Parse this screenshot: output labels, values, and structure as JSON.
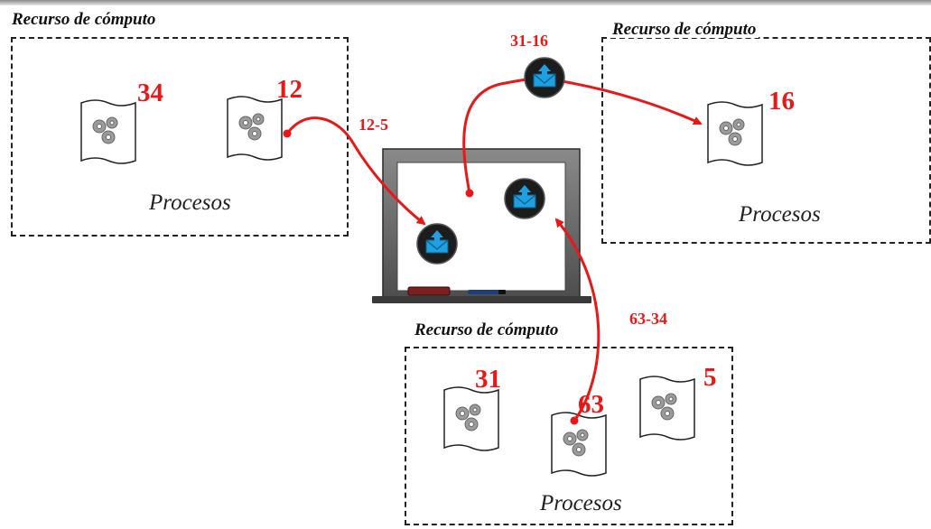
{
  "resources": [
    {
      "title": "Recurso de cómputo",
      "label": "Procesos",
      "processes": [
        {
          "id": "34"
        },
        {
          "id": "12"
        }
      ]
    },
    {
      "title": "Recurso de cómputo",
      "label": "Procesos",
      "processes": [
        {
          "id": "16"
        }
      ]
    },
    {
      "title": "Recurso de cómputo",
      "label": "Procesos",
      "processes": [
        {
          "id": "31"
        },
        {
          "id": "63"
        },
        {
          "id": "5"
        }
      ]
    }
  ],
  "messages": [
    {
      "label": "12-5"
    },
    {
      "label": "31-16"
    },
    {
      "label": "63-34"
    }
  ],
  "colors": {
    "accent": "#e81818",
    "envelope": "#1fa0e0",
    "envelope_bg": "#1c1c1c",
    "board_frame": "#6b6b6b"
  },
  "icons": {
    "process": "gears-document-icon",
    "message": "envelope-upload-icon",
    "board": "whiteboard-icon"
  }
}
